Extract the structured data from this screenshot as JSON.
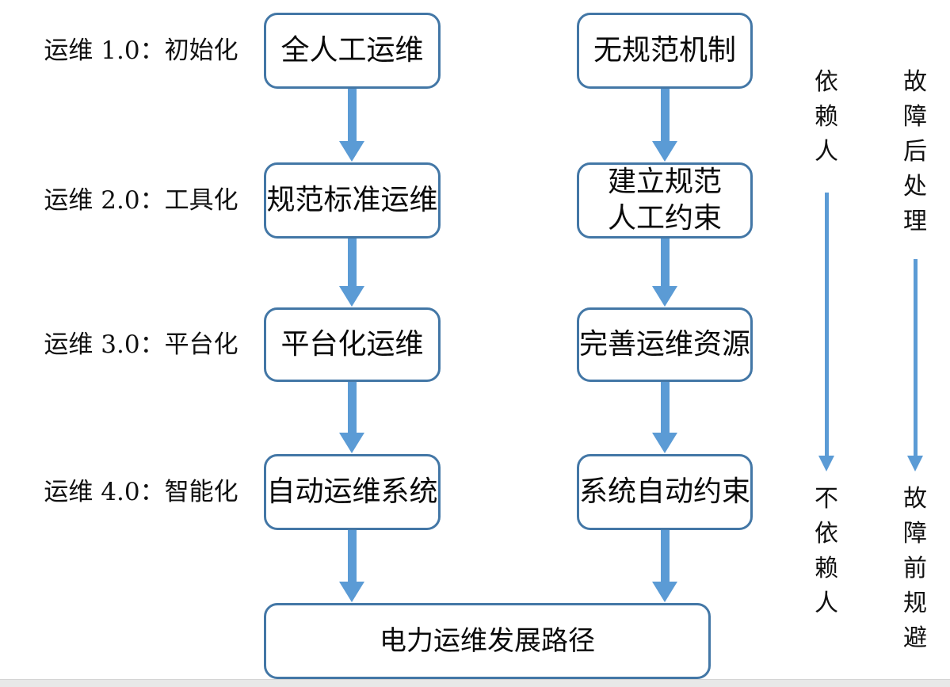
{
  "diagram": {
    "rows": [
      {
        "stage_label": "运维 1.0：初始化",
        "process": "全人工运维",
        "mechanism": "无规范机制"
      },
      {
        "stage_label": "运维 2.0：工具化",
        "process": "规范标准运维",
        "mechanism": "建立规范\n人工约束"
      },
      {
        "stage_label": "运维 3.0：平台化",
        "process": "平台化运维",
        "mechanism": "完善运维资源"
      },
      {
        "stage_label": "运维 4.0：智能化",
        "process": "自动运维系统",
        "mechanism": "系统自动约束"
      }
    ],
    "bottom_box": "电力运维发展路径",
    "annotations": {
      "dependency": {
        "before": "依赖人",
        "after": "不依赖人"
      },
      "fault": {
        "before": "故障后处理",
        "after": "故障前规避"
      }
    },
    "colors": {
      "box_border": "#4377A6",
      "arrow": "#5B9BD5",
      "text": "#000000",
      "footer_bar": "#E8E8E8"
    }
  }
}
